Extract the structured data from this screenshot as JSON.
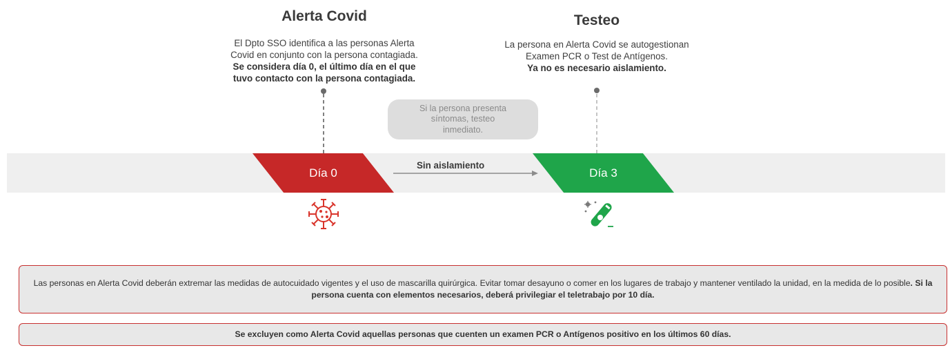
{
  "steps": [
    {
      "title": "Alerta Covid",
      "desc_line1": "El Dpto SSO identifica a las personas Alerta",
      "desc_line2": "Covid en conjunto con la persona contagiada.",
      "bold_line1": "Se considera día 0, el último día en el que",
      "bold_line2": "tuvo contacto con la persona contagiada.",
      "day_label": "Día 0",
      "icon": "virus-icon",
      "color": "#c62828"
    },
    {
      "title": "Testeo",
      "desc_line1": "La persona en Alerta Covid se autogestionan",
      "desc_line2": "Examen PCR o Test de Antígenos.",
      "bold_line1": "Ya no es necesario aislamiento.",
      "day_label": "Día 3",
      "icon": "test-tube-icon",
      "color": "#1fa54a"
    }
  ],
  "hint": {
    "line1": "Si la persona presenta",
    "line2": "síntomas, testeo",
    "line3": "inmediato."
  },
  "arrow_label": "Sin aislamiento",
  "notes": {
    "measures_text": "Las personas en Alerta Covid deberán extremar las medidas de autocuidado vigentes y el uso de mascarilla quirúrgica. Evitar tomar desayuno o comer en los lugares de trabajo y mantener ventilado la unidad, en la medida de lo posible",
    "measures_bold": ". Si la persona cuenta con elementos necesarios, deberá privilegiar el teletrabajo por 10 día.",
    "exclusion": "Se excluyen como Alerta Covid aquellas personas que cuenten un examen PCR o Antígenos positivo en los últimos 60 días."
  }
}
